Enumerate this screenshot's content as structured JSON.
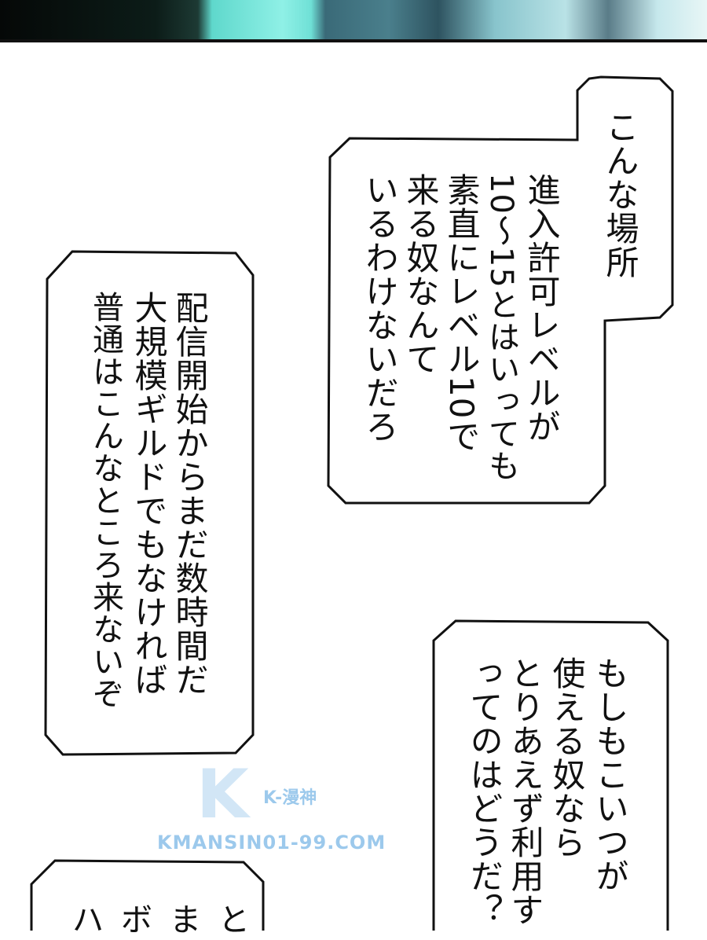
{
  "bubbles": [
    {
      "columns": [
        "こんな場所"
      ]
    },
    {
      "columns": [
        "進入許可レベルが",
        "10～15とはいっても",
        "素直にレベル10で",
        "来る奴なんて",
        "いるわけないだろ"
      ]
    },
    {
      "columns": [
        "配信開始からまだ数時間だ",
        "大規模ギルドでもなければ",
        "普通はこんなところ来ないぞ"
      ]
    },
    {
      "columns": [
        "もしもこいつが",
        "使える奴なら",
        "とりあえず利用す",
        "ってのはどうだ？"
      ]
    },
    {
      "text": "ハボまと"
    }
  ],
  "watermark": {
    "logo_text": "K-漫神",
    "site": "KMANSIN01-99.COM"
  }
}
